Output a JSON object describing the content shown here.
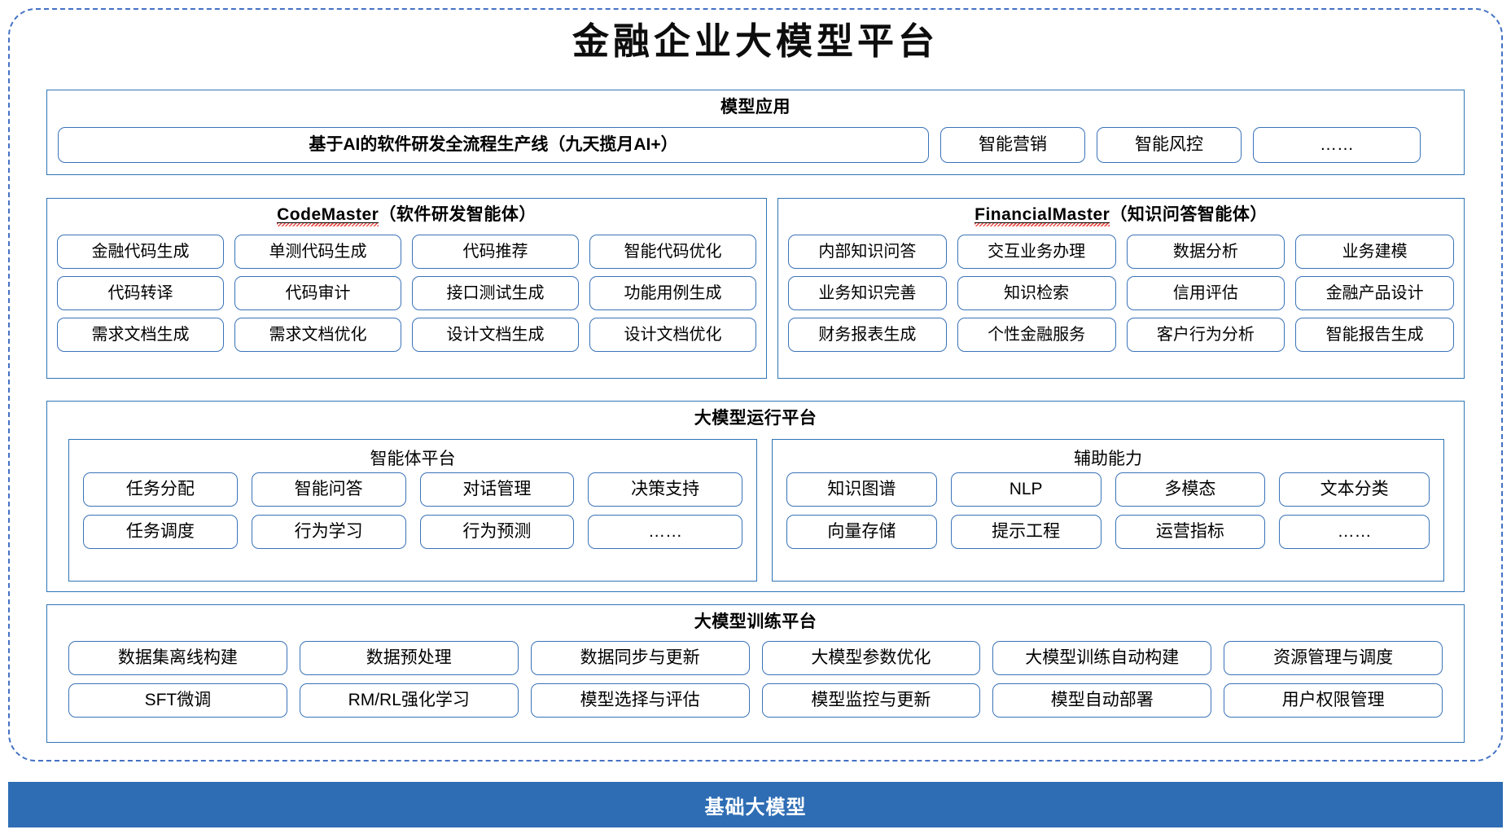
{
  "title": "金融企业大模型平台",
  "sections": {
    "apps": {
      "heading": "模型应用",
      "items": [
        {
          "label": "基于AI的软件研发全流程生产线（九天揽月AI+）",
          "style": "wide"
        },
        {
          "label": "智能营销",
          "style": "sm"
        },
        {
          "label": "智能风控",
          "style": "sm"
        },
        {
          "label": "……",
          "style": "dots"
        }
      ]
    },
    "code_master": {
      "name": "CodeMaster",
      "suffix": "（软件研发智能体）",
      "items": [
        "金融代码生成",
        "单测代码生成",
        "代码推荐",
        "智能代码优化",
        "代码转译",
        "代码审计",
        "接口测试生成",
        "功能用例生成",
        "需求文档生成",
        "需求文档优化",
        "设计文档生成",
        "设计文档优化"
      ]
    },
    "financial_master": {
      "name": "FinancialMaster",
      "suffix": "（知识问答智能体）",
      "items": [
        "内部知识问答",
        "交互业务办理",
        "数据分析",
        "业务建模",
        "业务知识完善",
        "知识检索",
        "信用评估",
        "金融产品设计",
        "财务报表生成",
        "个性金融服务",
        "客户行为分析",
        "智能报告生成"
      ]
    },
    "runtime": {
      "heading": "大模型运行平台",
      "agent_platform": {
        "heading": "智能体平台",
        "items": [
          "任务分配",
          "智能问答",
          "对话管理",
          "决策支持",
          "任务调度",
          "行为学习",
          "行为预测",
          "……"
        ]
      },
      "aux_capability": {
        "heading": "辅助能力",
        "items": [
          "知识图谱",
          "NLP",
          "多模态",
          "文本分类",
          "向量存储",
          "提示工程",
          "运营指标",
          "……"
        ]
      }
    },
    "training": {
      "heading": "大模型训练平台",
      "items": [
        "数据集离线构建",
        "数据预处理",
        "数据同步与更新",
        "大模型参数优化",
        "大模型训练自动构建",
        "资源管理与调度",
        "SFT微调",
        "RM/RL强化学习",
        "模型选择与评估",
        "模型监控与更新",
        "模型自动部署",
        "用户权限管理"
      ]
    },
    "foundation": {
      "label": "基础大模型"
    }
  },
  "colors": {
    "frame_dashed": "#4472C4",
    "panel_border": "#2E75B6",
    "item_border": "#3a73b8",
    "foundation_bg": "#2E6DB4",
    "spellcheck_underline": "#e8433a"
  }
}
